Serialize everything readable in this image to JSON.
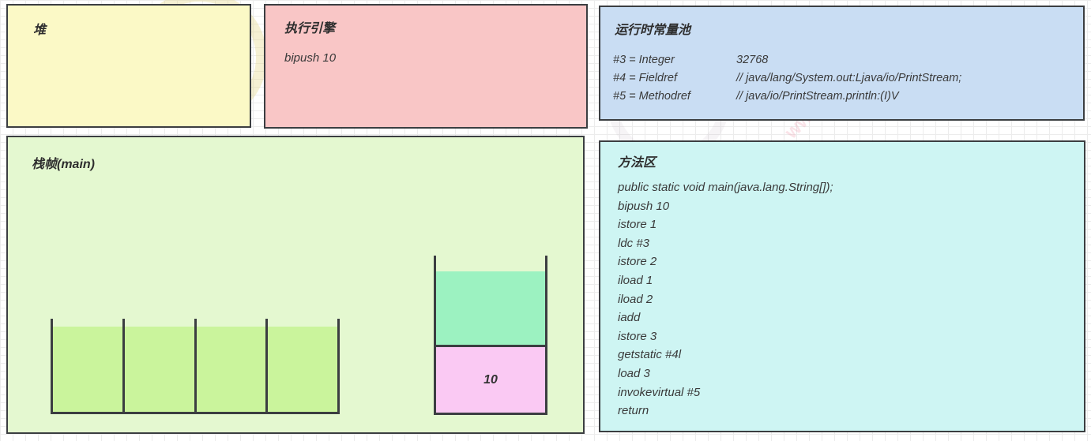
{
  "colors": {
    "heap_bg": "#fbf9c6",
    "engine_bg": "#f9c6c6",
    "pool_bg": "#c9ddf3",
    "frame_bg": "#e4f8d0",
    "method_bg": "#cef5f3",
    "localvar_fill": "#caf49c",
    "operand_top": "#9cf2c1",
    "operand_bottom": "#fac9f3",
    "line": "#3b3e41",
    "grid_line": "#ececec"
  },
  "boxes": {
    "heap": {
      "title": "堆"
    },
    "execution_engine": {
      "title": "执行引擎",
      "instruction": "bipush 10"
    },
    "constant_pool": {
      "title": "运行时常量池",
      "entries": [
        {
          "key": "#3 = Integer",
          "value": "32768"
        },
        {
          "key": "#4 = Fieldref",
          "value": "// java/lang/System.out:Ljava/io/PrintStream;"
        },
        {
          "key": "#5 = Methodref",
          "value": "// java/io/PrintStream.println:(I)V"
        }
      ]
    },
    "stack_frame": {
      "title": "栈帧(main)",
      "local_variables": {
        "slot_count": 4
      },
      "operand_stack": {
        "bottom_value": "10"
      }
    },
    "method_area": {
      "title": "方法区",
      "bytecode": [
        "public static void main(java.lang.String[]);",
        "bipush 10",
        "istore 1",
        "ldc #3",
        "istore 2",
        "iload 1",
        "iload 2",
        "iadd",
        "istore 3",
        "getstatic #4l",
        "load 3",
        "invokevirtual #5",
        "return"
      ]
    }
  },
  "watermark": {
    "brand_text": "黑马",
    "site_text": "www.itheima.com"
  }
}
